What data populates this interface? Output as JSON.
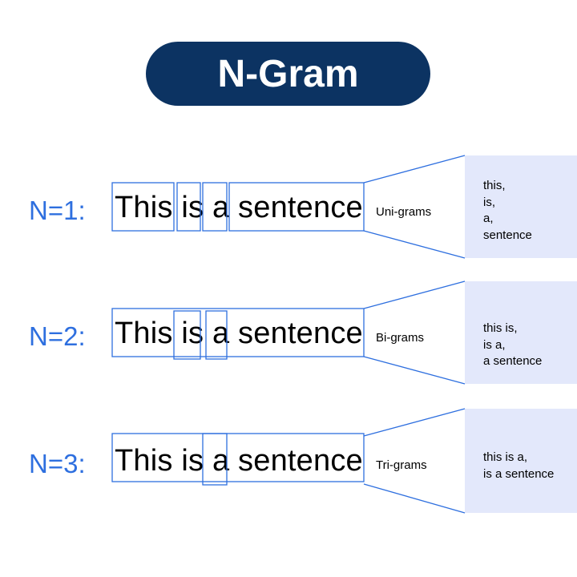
{
  "title": "N-Gram",
  "rows": [
    {
      "n_label": "N=1:",
      "sentence": "This is a sentence",
      "gram_label": "Uni-grams",
      "grams": [
        "this,",
        "is,",
        "a,",
        "sentence"
      ]
    },
    {
      "n_label": "N=2:",
      "sentence": "This is a sentence",
      "gram_label": "Bi-grams",
      "grams": [
        "this is,",
        "is a,",
        "a sentence"
      ]
    },
    {
      "n_label": "N=3:",
      "sentence": "This is a sentence",
      "gram_label": "Tri-grams",
      "grams": [
        "this is a,",
        "is a sentence"
      ]
    }
  ],
  "colors": {
    "title_bg": "#0c3362",
    "accent": "#2e6fdf",
    "panel_bg": "#e3e8fb"
  }
}
